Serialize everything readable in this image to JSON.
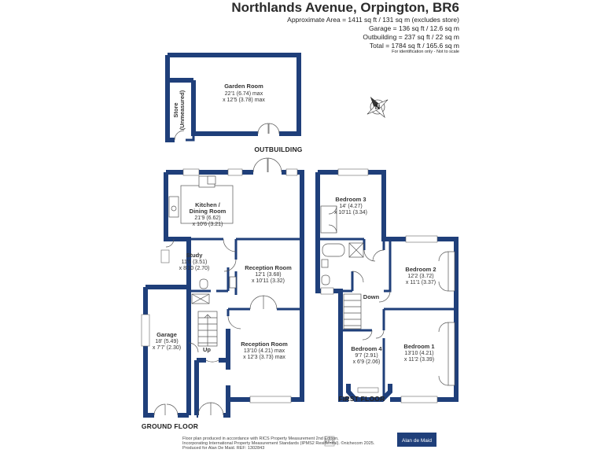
{
  "header": {
    "title": "Northlands Avenue, Orpington, BR6",
    "lines": [
      "Approximate Area = 1411 sq ft / 131 sq m (excludes store)",
      "Garage = 136 sq ft / 12.6 sq m",
      "Outbuilding = 237 sq ft / 22 sq m",
      "Total = 1784 sq ft / 165.6 sq m"
    ],
    "note": "For identification only - Not to scale"
  },
  "outbuilding": {
    "label": "OUTBUILDING",
    "garden_room": {
      "name": "Garden Room",
      "dim1": "22'1 (6.74) max",
      "dim2": "x 12'5 (3.78) max"
    },
    "store": {
      "name": "Store",
      "sub": "(Unmeasured)"
    }
  },
  "ground_floor": {
    "label": "GROUND FLOOR",
    "kitchen": {
      "name1": "Kitchen /",
      "name2": "Dining Room",
      "dim1": "21'9 (6.62)",
      "dim2": "x 10'6 (3.21)"
    },
    "study": {
      "name": "Study",
      "dim1": "11'6 (3.51)",
      "dim2": "x 8'10 (2.70)"
    },
    "reception1": {
      "name": "Reception Room",
      "dim1": "12'1 (3.68)",
      "dim2": "x 10'11 (3.32)"
    },
    "reception2": {
      "name": "Reception Room",
      "dim1": "13'10 (4.21) max",
      "dim2": "x 12'3 (3.73) max"
    },
    "garage": {
      "name": "Garage",
      "dim1": "18' (5.49)",
      "dim2": "x 7'7' (2.30)"
    },
    "up": "Up"
  },
  "first_floor": {
    "label": "FIRST FLOOR",
    "bedroom3": {
      "name": "Bedroom 3",
      "dim1": "14' (4.27)",
      "dim2": "x 10'11 (3.34)"
    },
    "bedroom2": {
      "name": "Bedroom 2",
      "dim1": "12'2 (3.72)",
      "dim2": "x 11'1 (3.37)"
    },
    "bedroom1": {
      "name": "Bedroom 1",
      "dim1": "13'10 (4.21)",
      "dim2": "x 11'2 (3.39)"
    },
    "bedroom4": {
      "name": "Bedroom 4",
      "dim1": "9'7 (2.91)",
      "dim2": "x 6'9 (2.06)"
    },
    "down": "Down"
  },
  "compass": {
    "letter": "N"
  },
  "footer": {
    "text1": "Floor plan produced in accordance with RICS Property Measurement 2nd Edition,",
    "text2": "Incorporating International Property Measurement Standards (IPMS2 Residential). ©nichecom 2025.",
    "text3": "Produced for Alan De Maid.   REF: 1302843",
    "brand": "Alan de Maid"
  }
}
